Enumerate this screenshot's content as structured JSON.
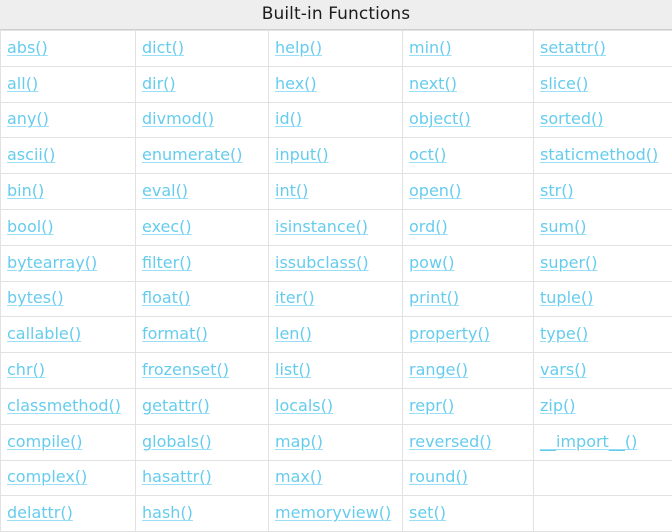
{
  "header": {
    "title": "Built-in Functions"
  },
  "colors": {
    "link": "#66ccee",
    "link_underline": "#9adff5",
    "header_bg": "#eeeeee",
    "header_text": "#1c1c1c",
    "cell_border": "#e2e2e2",
    "right_edge": "#7fd3ef",
    "page_bg": "#ffffff"
  },
  "table": {
    "columns": 5,
    "rows_count": 13,
    "rows": [
      [
        "abs()",
        "dict()",
        "help()",
        "min()",
        "setattr()"
      ],
      [
        "all()",
        "dir()",
        "hex()",
        "next()",
        "slice()"
      ],
      [
        "any()",
        "divmod()",
        "id()",
        "object()",
        "sorted()"
      ],
      [
        "ascii()",
        "enumerate()",
        "input()",
        "oct()",
        "staticmethod()"
      ],
      [
        "bin()",
        "eval()",
        "int()",
        "open()",
        "str()"
      ],
      [
        "bool()",
        "exec()",
        "isinstance()",
        "ord()",
        "sum()"
      ],
      [
        "bytearray()",
        "filter()",
        "issubclass()",
        "pow()",
        "super()"
      ],
      [
        "bytes()",
        "float()",
        "iter()",
        "print()",
        "tuple()"
      ],
      [
        "callable()",
        "format()",
        "len()",
        "property()",
        "type()"
      ],
      [
        "chr()",
        "frozenset()",
        "list()",
        "range()",
        "vars()"
      ],
      [
        "classmethod()",
        "getattr()",
        "locals()",
        "repr()",
        "zip()"
      ],
      [
        "compile()",
        "globals()",
        "map()",
        "reversed()",
        "__import__()"
      ],
      [
        "complex()",
        "hasattr()",
        "max()",
        "round()",
        ""
      ],
      [
        "delattr()",
        "hash()",
        "memoryview()",
        "set()",
        ""
      ]
    ]
  }
}
